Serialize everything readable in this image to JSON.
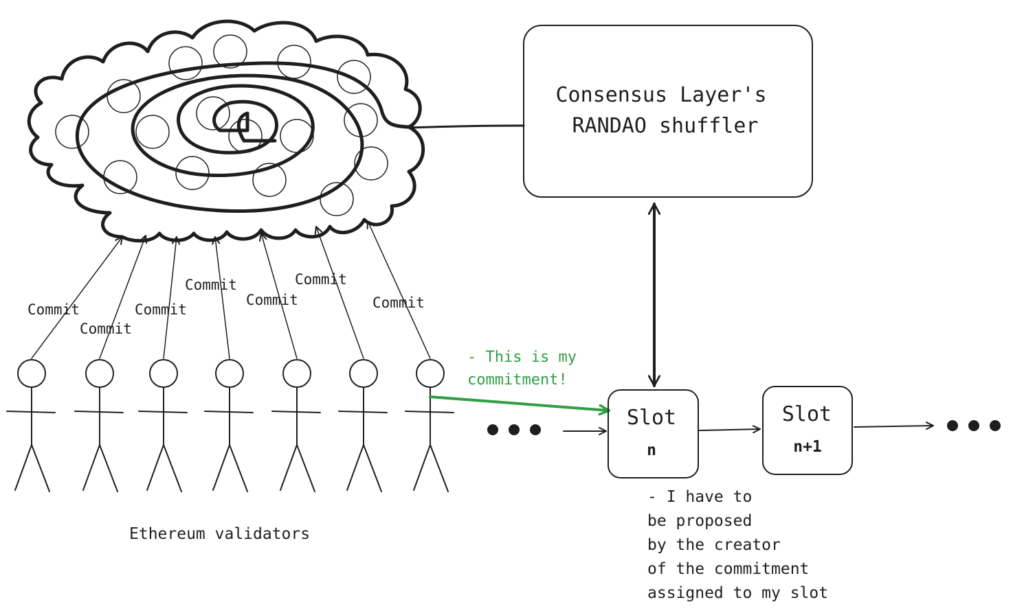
{
  "colors": {
    "ink": "#1e1e1e",
    "highlight": "#2f9e44",
    "background": "#ffffff"
  },
  "shuffler_box": {
    "line1": "Consensus Layer's",
    "line2": "RANDAO shuffler"
  },
  "cloud": {
    "icon": "swirl-cloud-icon",
    "circle_count": 16
  },
  "validators": {
    "label": "Ethereum validators",
    "icon": "stick-figure-icon",
    "count": 7
  },
  "commits": [
    "Commit",
    "Commit",
    "Commit",
    "Commit",
    "Commit",
    "Commit",
    "Commit"
  ],
  "green_note": {
    "line1": "- This is my",
    "line2": "commitment!"
  },
  "slots": [
    {
      "title": "Slot",
      "sub": "n"
    },
    {
      "title": "Slot",
      "sub": "n+1"
    }
  ],
  "slot_note": {
    "lines": [
      "- I have to",
      "be proposed",
      "by the creator",
      "of the commitment",
      "assigned to my slot"
    ]
  },
  "ellipsis": {
    "icon": "ellipsis-icon"
  }
}
